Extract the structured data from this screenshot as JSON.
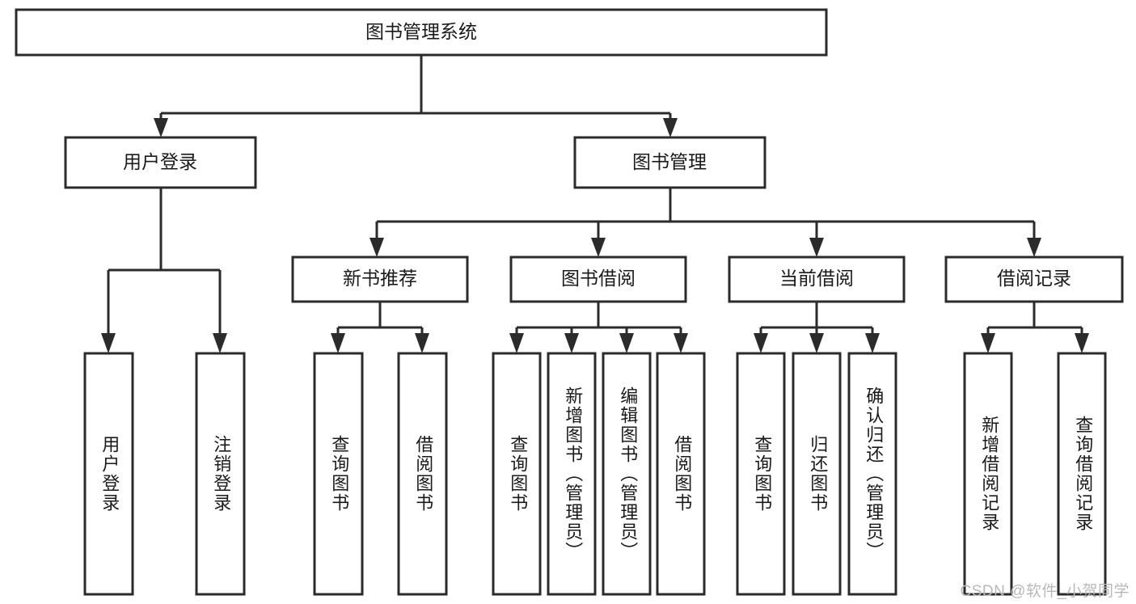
{
  "diagram": {
    "type": "tree-hierarchy",
    "title": "图书管理系统",
    "watermark": "CSDN @软件_小贺同学",
    "colors": {
      "background": "#ffffff",
      "box_stroke": "#2b2b2b",
      "box_fill": "#ffffff",
      "text": "#1a1a1a",
      "connector": "#2b2b2b",
      "watermark": "#b8b8b8"
    },
    "levels": {
      "root": {
        "label": "图书管理系统"
      },
      "level2": [
        {
          "label": "用户登录"
        },
        {
          "label": "图书管理"
        }
      ],
      "level3": [
        {
          "label": "新书推荐"
        },
        {
          "label": "图书借阅"
        },
        {
          "label": "当前借阅"
        },
        {
          "label": "借阅记录"
        }
      ],
      "leaves": {
        "user_login": [
          {
            "label": "用户登录"
          },
          {
            "label": "注销登录"
          }
        ],
        "new_book_recommend": [
          {
            "label": "查询图书"
          },
          {
            "label": "借阅图书"
          }
        ],
        "book_borrow": [
          {
            "label": "查询图书"
          },
          {
            "label": "新增图书（管理员）"
          },
          {
            "label": "编辑图书（管理员）"
          },
          {
            "label": "借阅图书"
          }
        ],
        "current_borrow": [
          {
            "label": "查询图书"
          },
          {
            "label": "归还图书"
          },
          {
            "label": "确认归还（管理员）"
          }
        ],
        "borrow_record": [
          {
            "label": "新增借阅记录"
          },
          {
            "label": "查询借阅记录"
          }
        ]
      }
    }
  }
}
